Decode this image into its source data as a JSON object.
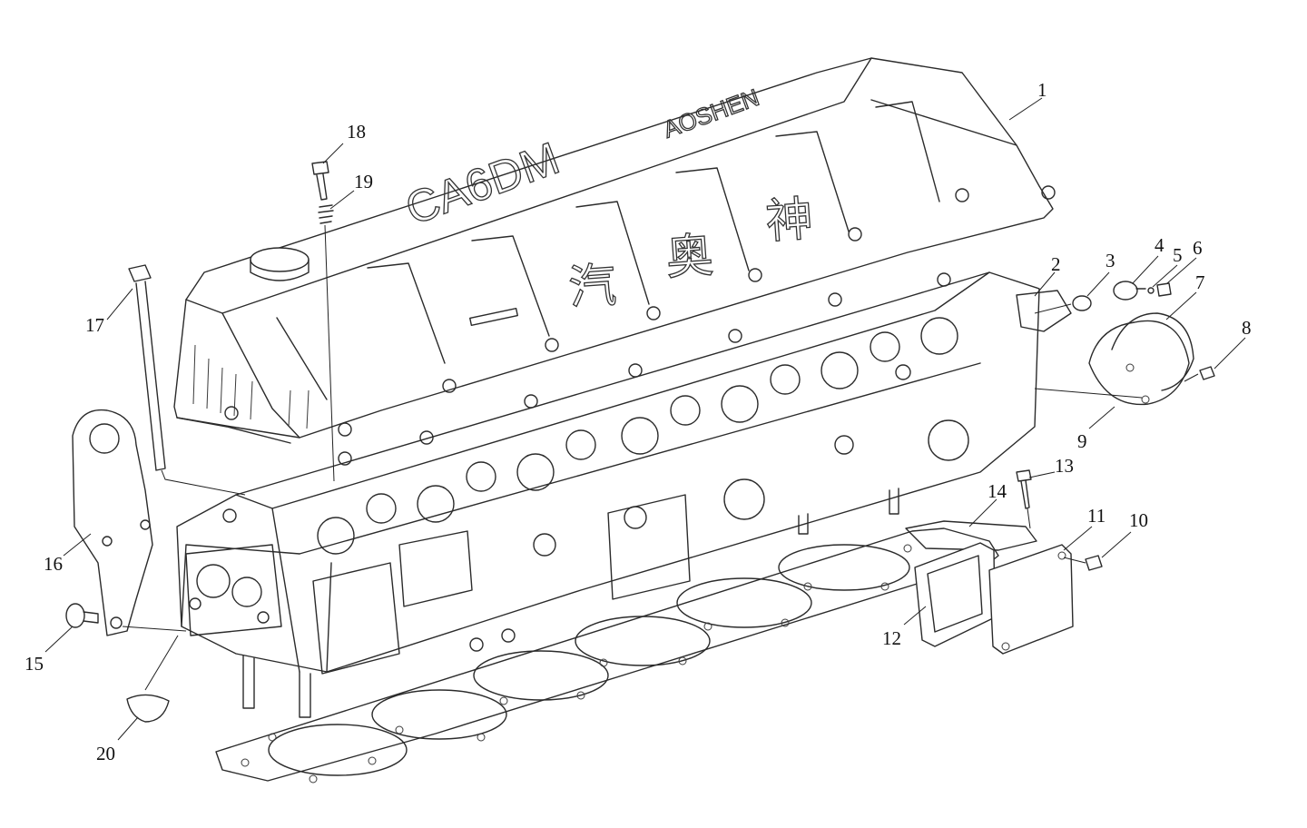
{
  "figure": {
    "cover_text_brand": "CA6DM",
    "cover_text_cn": [
      "汽",
      "奥",
      "神"
    ],
    "cover_text_small": "AOSHEN",
    "callouts": [
      {
        "label": "1"
      },
      {
        "label": "2"
      },
      {
        "label": "3"
      },
      {
        "label": "4"
      },
      {
        "label": "5"
      },
      {
        "label": "6"
      },
      {
        "label": "7"
      },
      {
        "label": "8"
      },
      {
        "label": "9"
      },
      {
        "label": "10"
      },
      {
        "label": "11"
      },
      {
        "label": "12"
      },
      {
        "label": "13"
      },
      {
        "label": "14"
      },
      {
        "label": "15"
      },
      {
        "label": "16"
      },
      {
        "label": "17"
      },
      {
        "label": "18"
      },
      {
        "label": "19"
      },
      {
        "label": "20"
      }
    ]
  },
  "colors": {
    "line": "#2b2b2b",
    "background": "#ffffff"
  }
}
